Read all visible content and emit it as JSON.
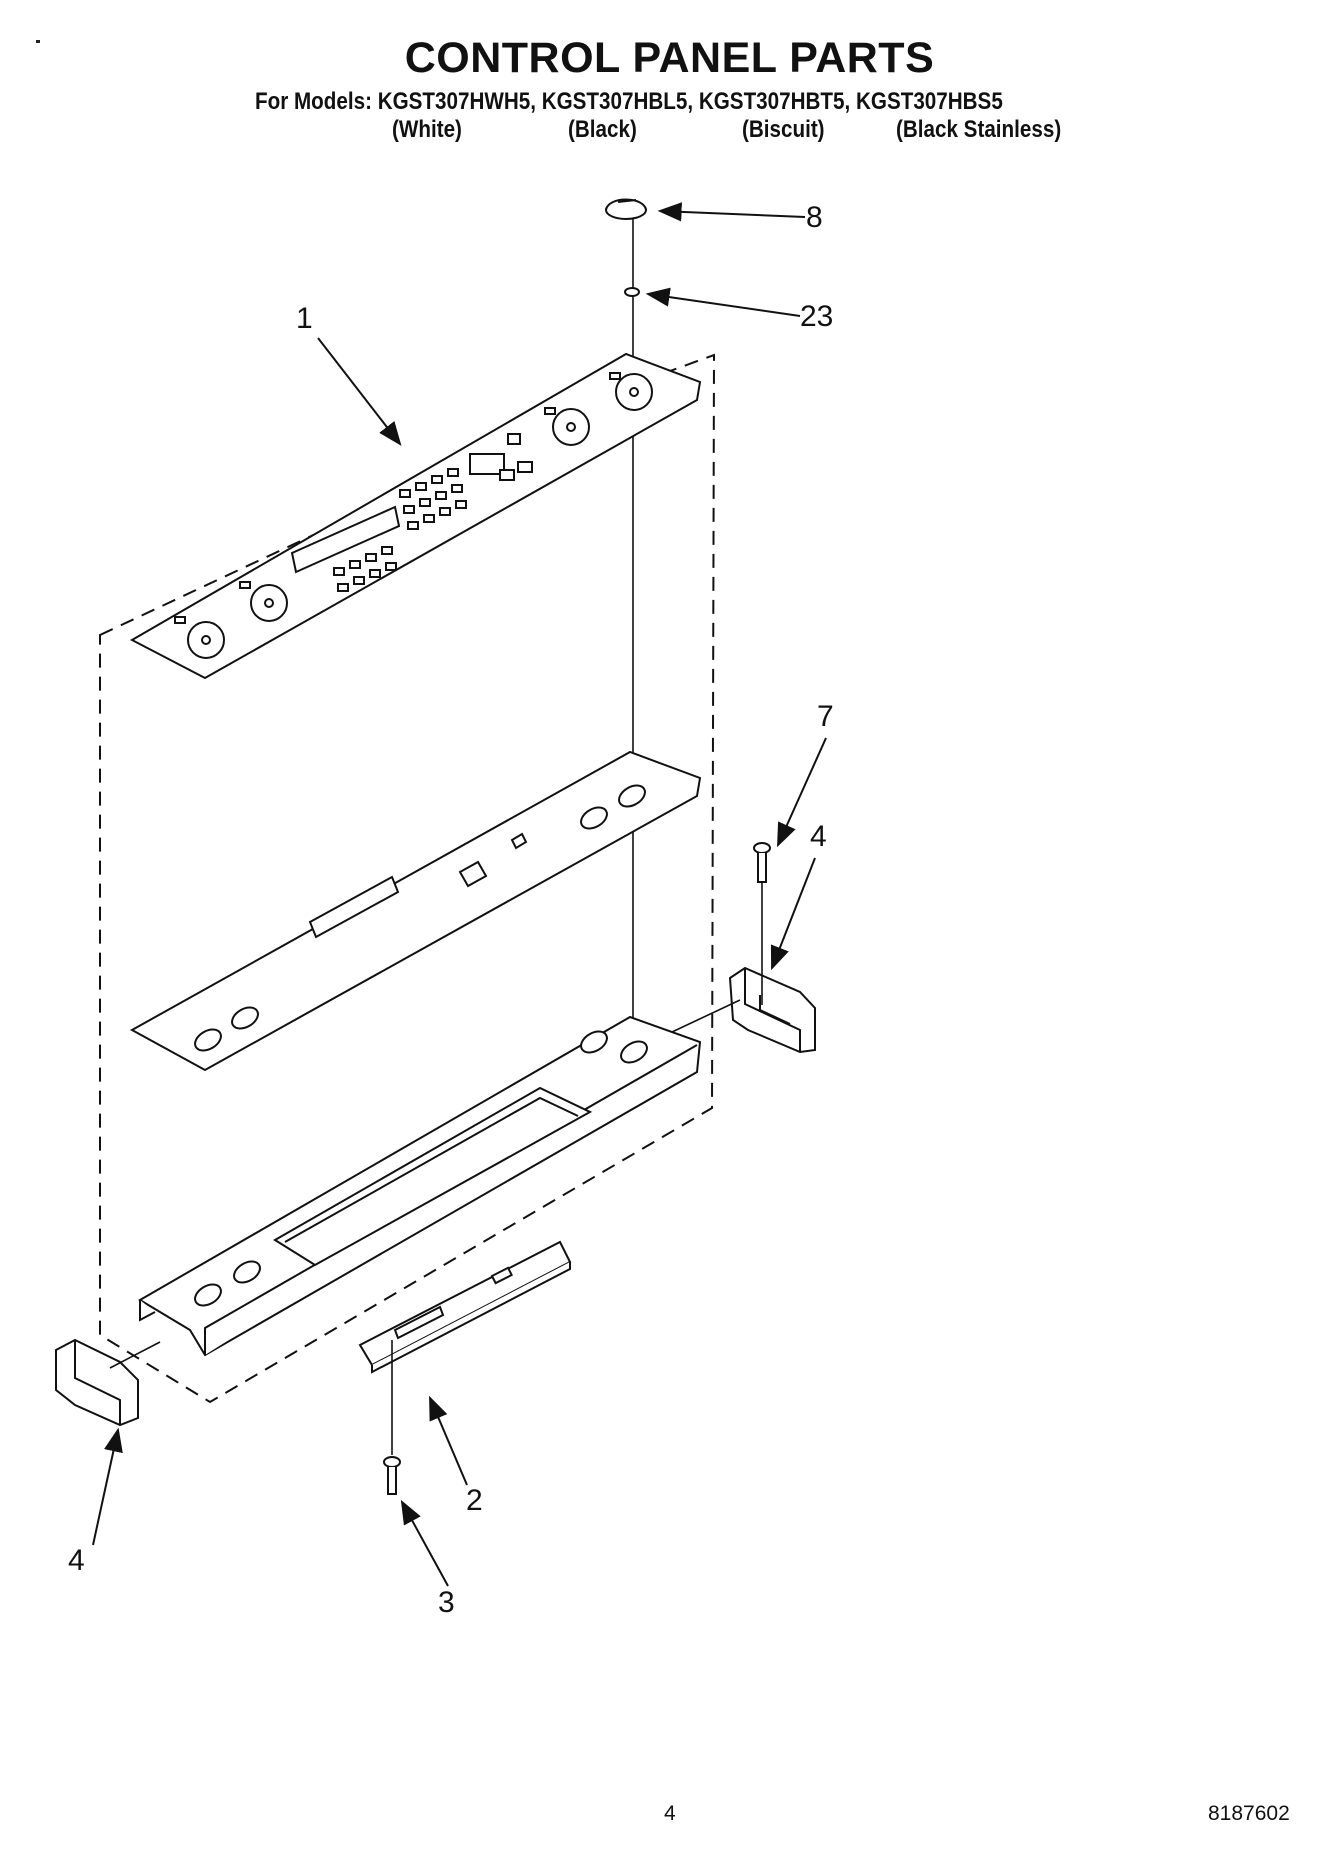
{
  "header": {
    "title": "CONTROL PANEL PARTS",
    "models_line": "For Models: KGST307HWH5, KGST307HBL5, KGST307HBT5, KGST307HBS5",
    "colors": [
      "(White)",
      "(Black)",
      "(Biscuit)",
      "(Black Stainless)"
    ]
  },
  "callouts": {
    "c8": "8",
    "c23": "23",
    "c1": "1",
    "c7": "7",
    "c4_right": "4",
    "c2": "2",
    "c4_left": "4",
    "c3": "3"
  },
  "footer": {
    "page_number": "4",
    "document_number": "8187602"
  }
}
